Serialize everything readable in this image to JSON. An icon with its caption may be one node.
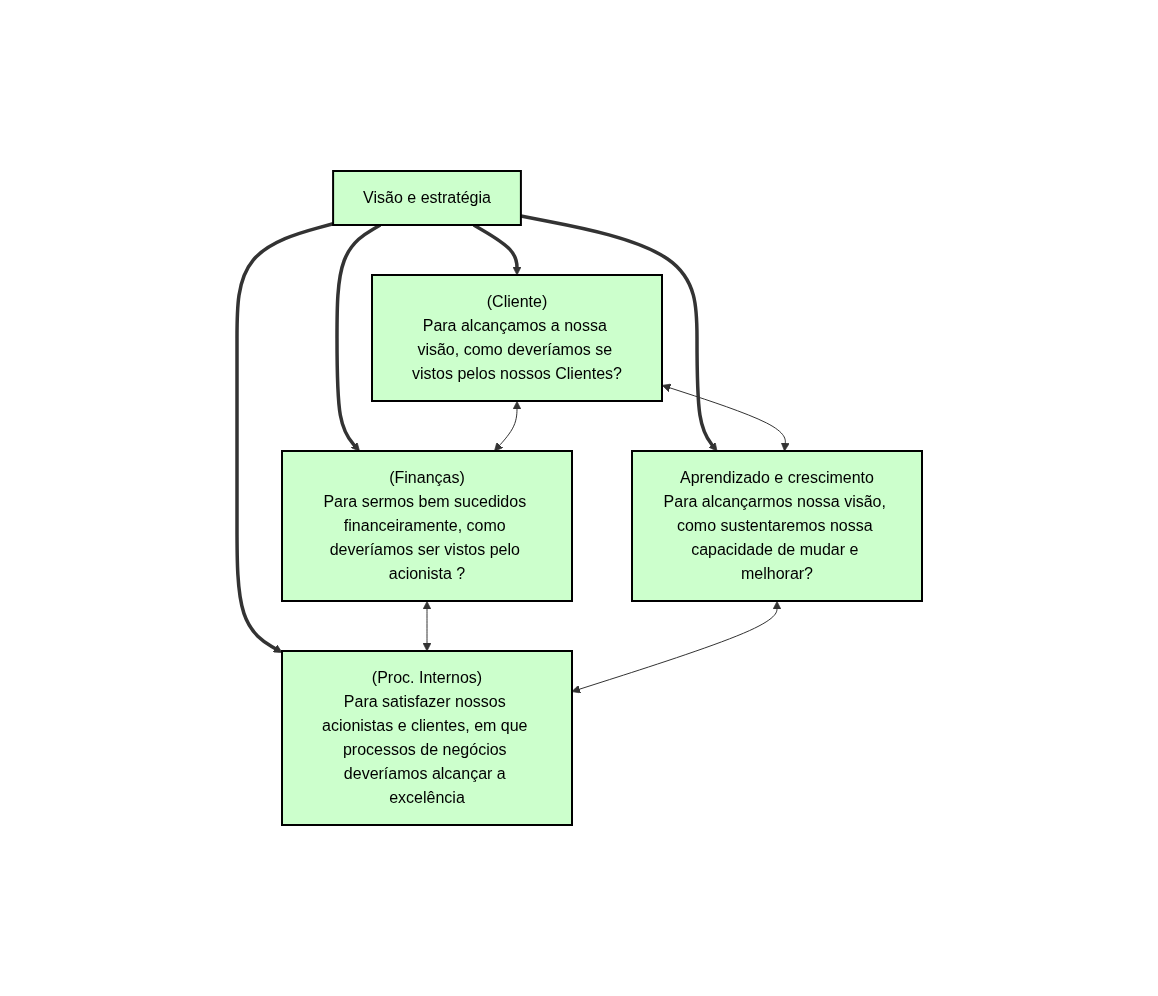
{
  "diagram": {
    "nodes": [
      {
        "text": [
          "(Finanças)",
          "Para sermos bem sucedidos financeiramente, como deveríamos ser vistos pelo acionista ?"
        ]
      },
      {
        "text": [
          "(Cliente)",
          "Para alcançamos a nossa visão, como deveríamos se vistos pelos nossos Clientes?"
        ]
      },
      {
        "text": [
          "Visão e estratégia"
        ]
      },
      {
        "text": [
          "(Proc. Internos)",
          "Para satisfazer nossos acionistas e clientes, em que processos de negócios deveríamos alcançar a excelência"
        ]
      },
      {
        "text": [
          "Aprendizado e crescimento",
          "Para alcançarmos nossa visão, como sustentaremos nossa capacidade de mudar e melhorar?"
        ]
      }
    ],
    "edges": [
      {
        "from": 2,
        "to": 0,
        "arrow": "to",
        "style": "thick"
      },
      {
        "from": 2,
        "to": 1,
        "arrow": "to",
        "style": "thick"
      },
      {
        "from": 2,
        "to": 3,
        "arrow": "to",
        "style": "thick"
      },
      {
        "from": 2,
        "to": 4,
        "arrow": "to",
        "style": "thick"
      },
      {
        "from": 1,
        "to": 0,
        "arrow": "both"
      },
      {
        "from": 0,
        "to": 3,
        "arrow": "both"
      },
      {
        "from": 1,
        "to": 4,
        "arrow": "both"
      },
      {
        "from": 4,
        "to": 3,
        "arrow": "both"
      }
    ]
  }
}
